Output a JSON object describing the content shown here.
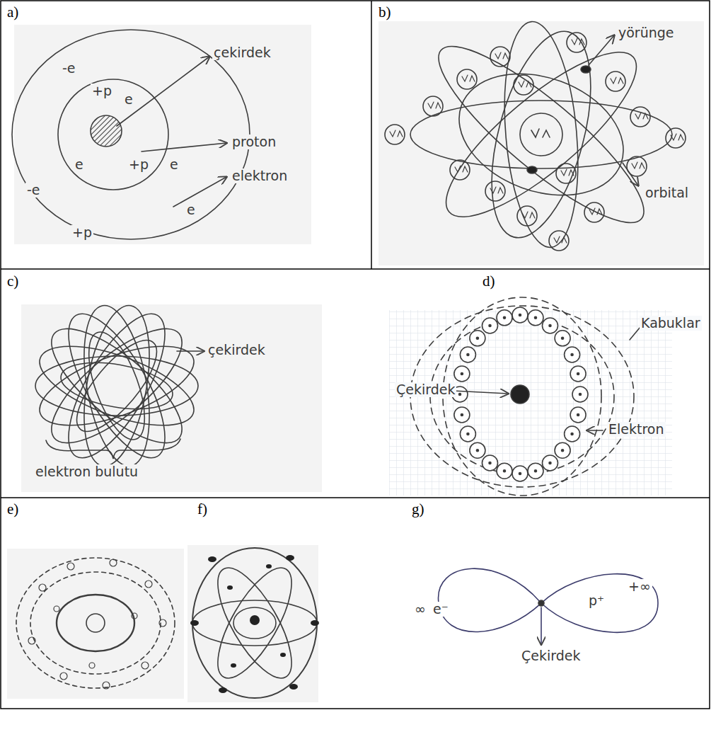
{
  "diagram": {
    "labels": [
      "a)",
      "b)",
      "c)",
      "d)",
      "e)",
      "f)",
      "g)",
      "çekirdek",
      "proton",
      "elektron",
      "-e",
      "+p",
      "e",
      "+p",
      "e",
      "e",
      "-e",
      "e",
      "+p",
      "yörünge",
      "orbital",
      "çekirdek",
      "elektron bulutu",
      "Kabuklar",
      "Çekirdek",
      "Elektron",
      "∞",
      "e⁻",
      "p⁺",
      "+∞",
      "Çekirdek"
    ]
  }
}
